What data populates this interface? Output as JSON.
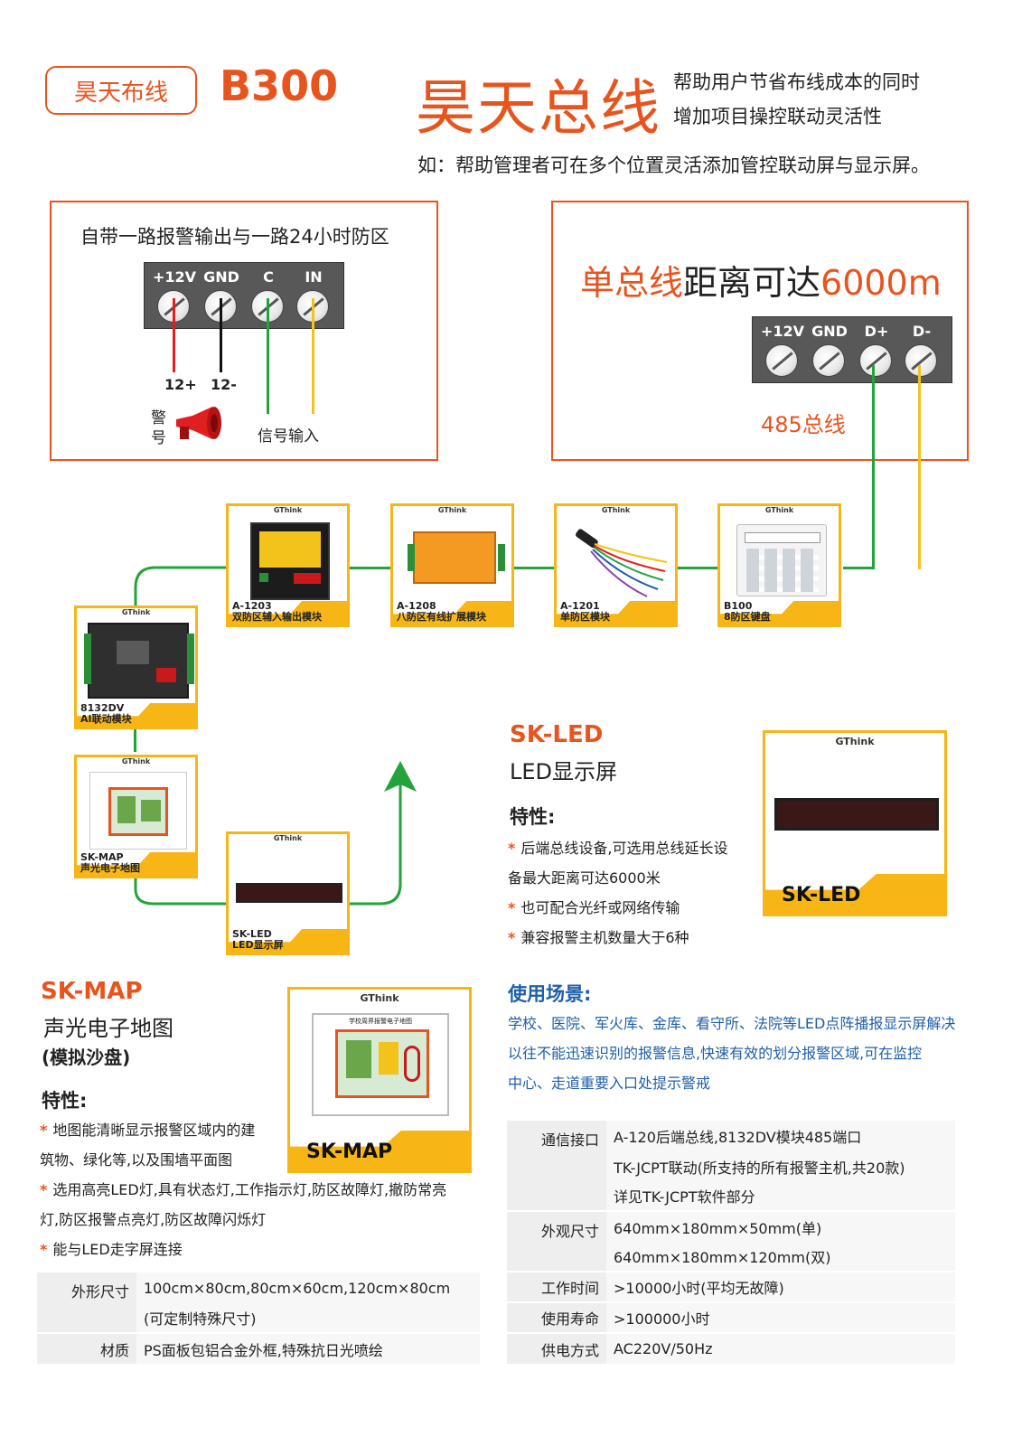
{
  "header": {
    "brand_pill": "昊天布线",
    "model": "B300",
    "title": "昊天总线",
    "slogan_1": "帮助用户节省布线成本的同时",
    "slogan_2": "增加项目操控联动灵活性",
    "example": "如：帮助管理者可在多个位置灵活添加管控联动屏与显示屏。"
  },
  "left_panel": {
    "title": "自带一路报警输出与一路24小时防区",
    "terminals": [
      "+12V",
      "GND",
      "C",
      "IN"
    ],
    "wire_labels": [
      "12+",
      "12-"
    ],
    "siren_label": "警号",
    "signal_label": "信号输入"
  },
  "right_panel": {
    "title_highlight": "单总线",
    "title_rest": "距离可达",
    "title_distance": "6000m",
    "terminals": [
      "+12V",
      "GND",
      "D+",
      "D-"
    ],
    "bus_label": "485总线"
  },
  "modules": {
    "brand": "GThink",
    "a1203": {
      "code": "A-1203",
      "name": "双防区辅入输出模块"
    },
    "a1208": {
      "code": "A-1208",
      "name": "八防区有线扩展模块"
    },
    "a1201": {
      "code": "A-1201",
      "name": "单防区模块"
    },
    "b100": {
      "code": "B100",
      "name": "8防区键盘"
    },
    "dv8132": {
      "code": "8132DV",
      "name": "AI联动模块"
    },
    "skmap": {
      "code": "SK-MAP",
      "name": "声光电子地图"
    },
    "skled": {
      "code": "SK-LED",
      "name": "LED显示屏"
    }
  },
  "sk_led": {
    "title": "SK-LED",
    "subtitle": "LED显示屏",
    "features_title": "特性:",
    "features": [
      "后端总线设备,可选用总线延长设",
      "备最大距离可达6000米",
      "也可配合光纤或网络传输",
      "兼容报警主机数量大于6种"
    ],
    "image_label": "SK-LED",
    "brand": "GThink",
    "usage_title": "使用场景:",
    "usage": [
      "学校、医院、军火库、金库、看守所、法院等LED点阵播报显示屏解决",
      "以往不能迅速识别的报警信息,快速有效的划分报警区域,可在监控",
      "中心、走道重要入口处提示警戒"
    ],
    "specs": [
      {
        "key": "通信接口",
        "lines": [
          "A-120后端总线,8132DV模块485端口",
          "TK-JCPT联动(所支持的所有报警主机,共20款)",
          "详见TK-JCPT软件部分"
        ]
      },
      {
        "key": "外观尺寸",
        "lines": [
          "640mm×180mm×50mm(单)",
          "640mm×180mm×120mm(双)"
        ]
      },
      {
        "key": "工作时间",
        "lines": [
          ">10000小时(平均无故障)"
        ]
      },
      {
        "key": "使用寿命",
        "lines": [
          ">100000小时"
        ]
      },
      {
        "key": "供电方式",
        "lines": [
          "AC220V/50Hz"
        ]
      }
    ]
  },
  "sk_map": {
    "title": "SK-MAP",
    "subtitle": "声光电子地图",
    "subtitle2": "(模拟沙盘)",
    "features_title": "特性:",
    "features": [
      "地图能清晰显示报警区域内的建",
      "筑物、绿化等,以及围墙平面图",
      "选用高亮LED灯,具有状态灯,工作指示灯,防区故障灯,撤防常亮",
      "灯,防区报警点亮灯,防区故障闪烁灯",
      "能与LED走字屏连接"
    ],
    "image_label": "SK-MAP",
    "brand": "GThink",
    "map_caption": "学校周界报警电子地图",
    "specs": [
      {
        "key": "外形尺寸",
        "lines": [
          "100cm×80cm,80cm×60cm,120cm×80cm",
          "(可定制特殊尺寸)"
        ]
      },
      {
        "key": "材质",
        "lines": [
          "PS面板包铝合金外框,特殊抗日光喷绘"
        ]
      }
    ]
  }
}
